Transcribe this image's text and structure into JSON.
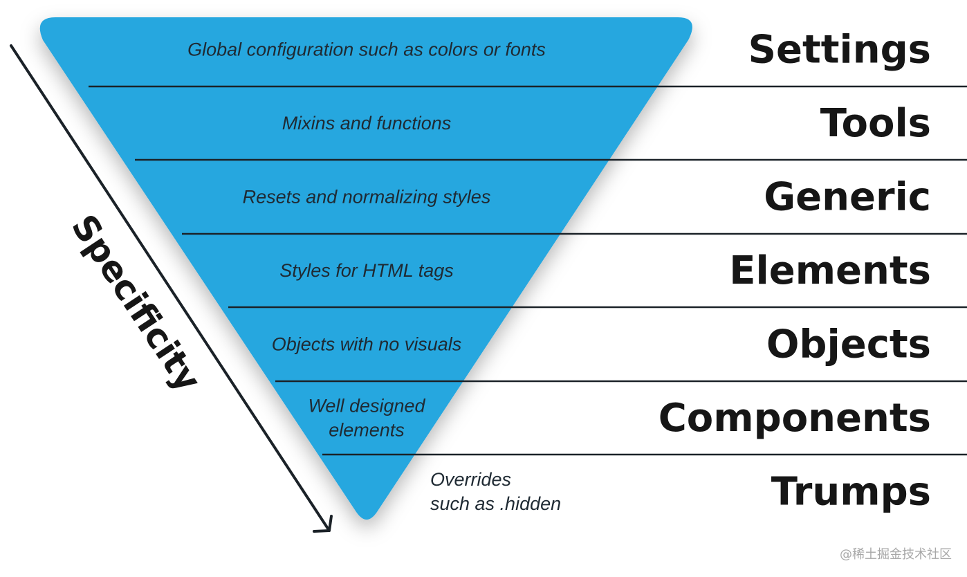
{
  "diagram": {
    "axis_label": "Specificity",
    "watermark": "@稀土掘金技术社区",
    "colors": {
      "triangle": "#25a7df",
      "line": "#1b2228",
      "text": "#1f2a33"
    },
    "layers": [
      {
        "name": "Settings",
        "description": [
          "Global configuration such as colors or fonts"
        ]
      },
      {
        "name": "Tools",
        "description": [
          "Mixins and functions"
        ]
      },
      {
        "name": "Generic",
        "description": [
          "Resets and normalizing styles"
        ]
      },
      {
        "name": "Elements",
        "description": [
          "Styles for HTML tags"
        ]
      },
      {
        "name": "Objects",
        "description": [
          "Objects with no visuals"
        ]
      },
      {
        "name": "Components",
        "description": [
          "Well designed",
          "elements"
        ]
      },
      {
        "name": "Trumps",
        "description": [
          "Overrides",
          "such as .hidden"
        ]
      }
    ]
  }
}
